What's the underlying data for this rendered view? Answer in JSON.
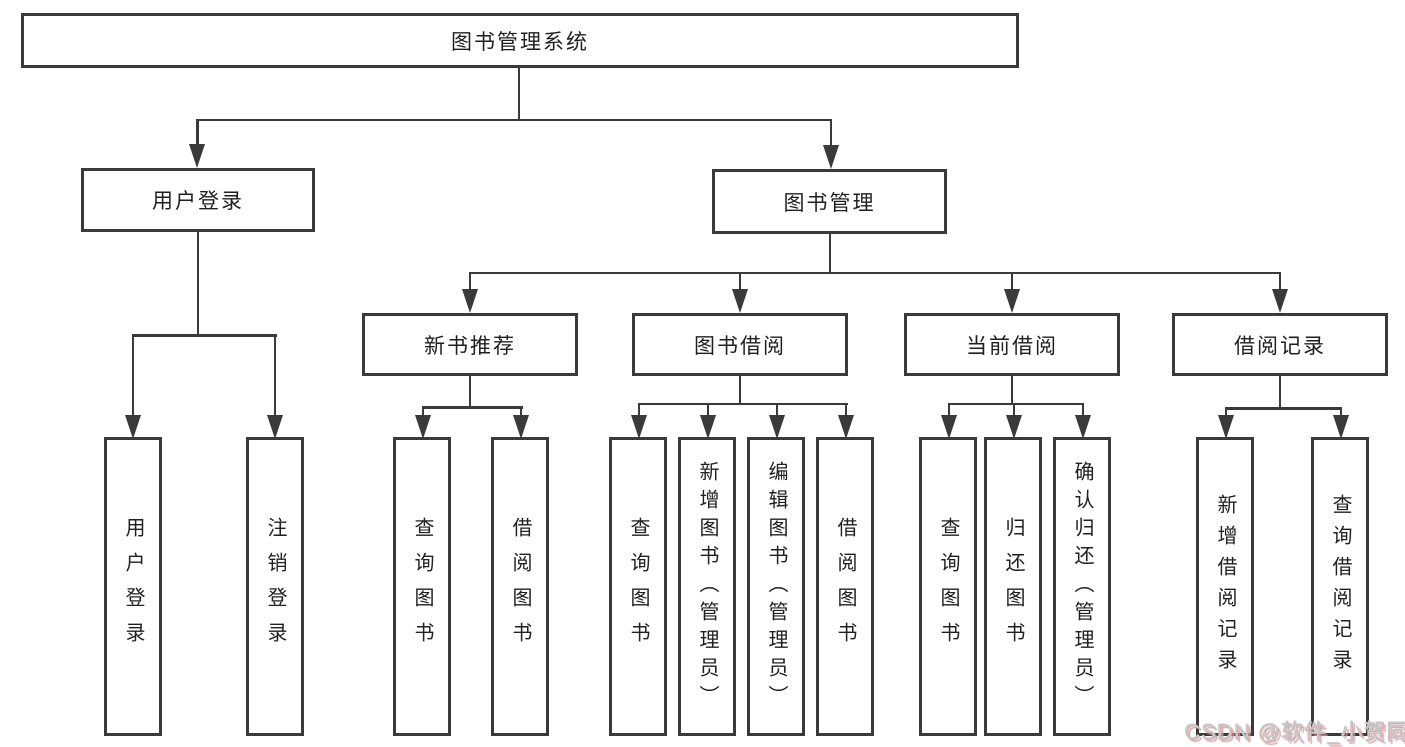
{
  "tree": {
    "label": "图书管理系统",
    "children": [
      {
        "label": "用户登录",
        "children": [
          {
            "label": "用户登录"
          },
          {
            "label": "注销登录"
          }
        ]
      },
      {
        "label": "图书管理",
        "children": [
          {
            "label": "新书推荐",
            "children": [
              {
                "label": "查询图书"
              },
              {
                "label": "借阅图书"
              }
            ]
          },
          {
            "label": "图书借阅",
            "children": [
              {
                "label": "查询图书"
              },
              {
                "label": "新增图书（管理员）"
              },
              {
                "label": "编辑图书（管理员）"
              },
              {
                "label": "借阅图书"
              }
            ]
          },
          {
            "label": "当前借阅",
            "children": [
              {
                "label": "查询图书"
              },
              {
                "label": "归还图书"
              },
              {
                "label": "确认归还（管理员）"
              }
            ]
          },
          {
            "label": "借阅记录",
            "children": [
              {
                "label": "新增借阅记录"
              },
              {
                "label": "查询借阅记录"
              }
            ]
          }
        ]
      }
    ]
  },
  "watermark": {
    "text": "CSDN @软件_小贺同学"
  },
  "colors": {
    "line": "#3a3a3a",
    "text": "#1f1f1f",
    "background": "#ffffff",
    "watermark_text": "#c9c9c9",
    "watermark_shadow": "#e48f96"
  }
}
